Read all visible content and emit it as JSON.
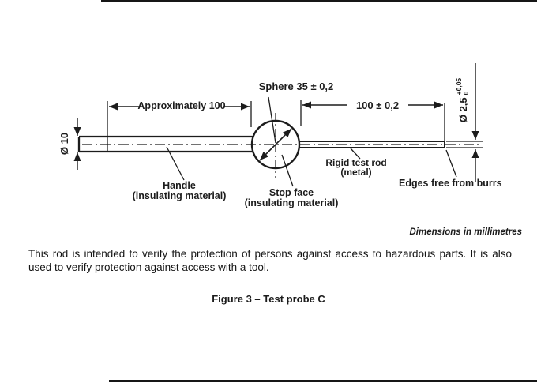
{
  "page": {
    "background": "#ffffff",
    "ink_color": "#1c1c1c"
  },
  "diagram": {
    "dimensions": {
      "handle_length": "Approximately 100",
      "sphere": "Sphere 35 ± 0,2",
      "rod_length": "100 ± 0,2",
      "handle_diameter": "Ø 10",
      "rod_diameter": "Ø 2,5",
      "rod_diameter_tol_upper": "+0,05",
      "rod_diameter_tol_lower": "0"
    },
    "labels": {
      "handle_line1": "Handle",
      "handle_line2": "(insulating material)",
      "stop_face_line1": "Stop face",
      "stop_face_line2": "(insulating material)",
      "rigid_rod_line1": "Rigid test rod",
      "rigid_rod_line2": "(metal)",
      "edges": "Edges free from burrs"
    }
  },
  "notes": {
    "units": "Dimensions in millimetres",
    "body": "This rod is intended to verify the protection of persons against access to hazardous parts. It is also used to verify protection against access with a tool."
  },
  "caption": "Figure 3 – Test probe C"
}
